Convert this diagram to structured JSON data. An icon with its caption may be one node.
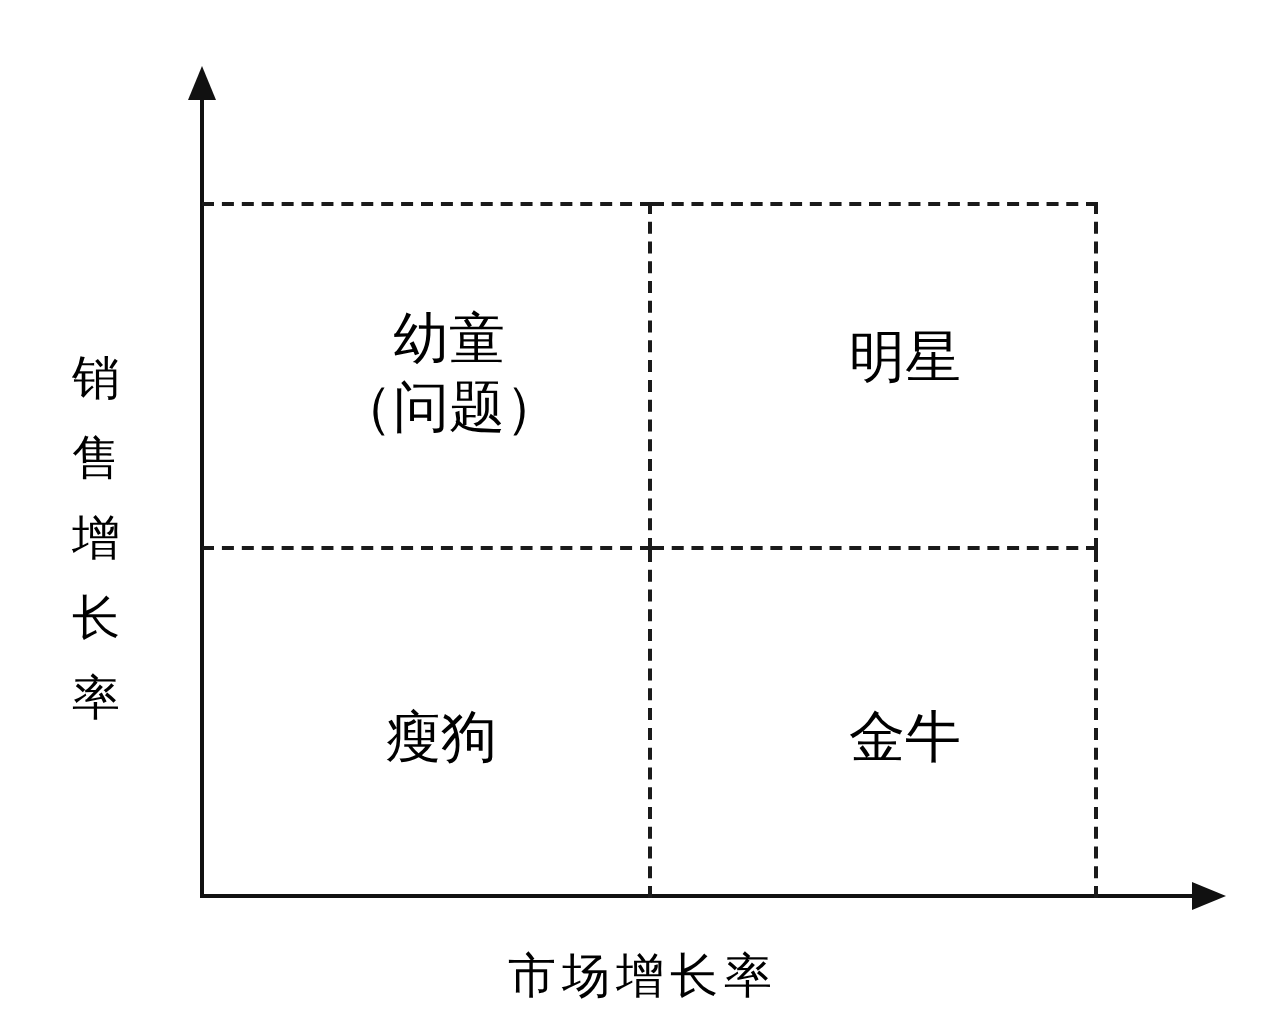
{
  "diagram": {
    "nodes": [
      {
        "text": [
          "幼童",
          "（问题）"
        ]
      },
      {
        "text": [
          "明星"
        ]
      },
      {
        "text": [
          "瘦狗"
        ]
      },
      {
        "text": [
          "金牛"
        ]
      }
    ],
    "labels": [
      "销售增长率",
      "市场增长率"
    ]
  }
}
